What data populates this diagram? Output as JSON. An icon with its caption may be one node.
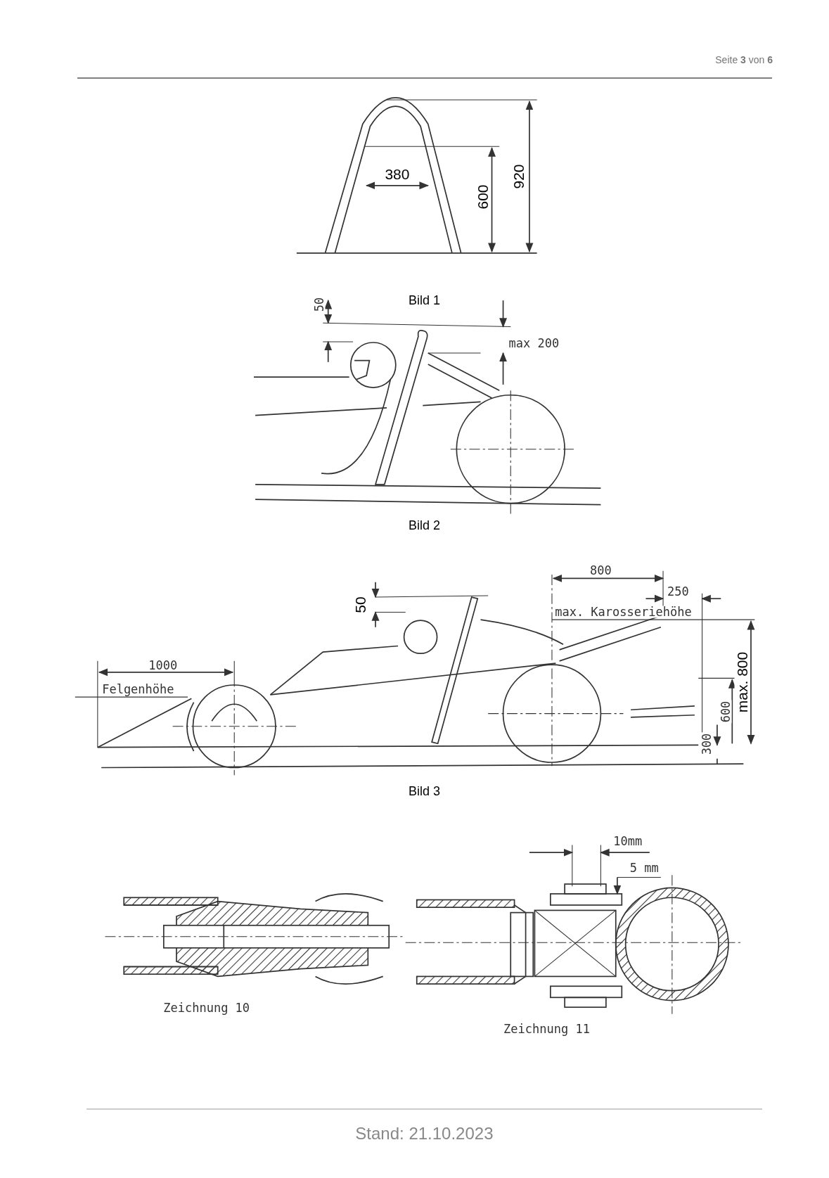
{
  "diagram": {
    "labels": [
      "Seite **3** von **6**",
      "380",
      "600",
      "920",
      "Bild 1",
      "50",
      "max 200",
      "Bild 2",
      "800",
      "250",
      "50",
      "max. Karosseriehöhe",
      "1000",
      "Felgenhöhe",
      "max. 800",
      "600",
      "300",
      "Bild 3",
      "10mm",
      "5 mm",
      "Zeichnung 10",
      "Zeichnung 11",
      "Stand: 21.10.2023"
    ]
  }
}
